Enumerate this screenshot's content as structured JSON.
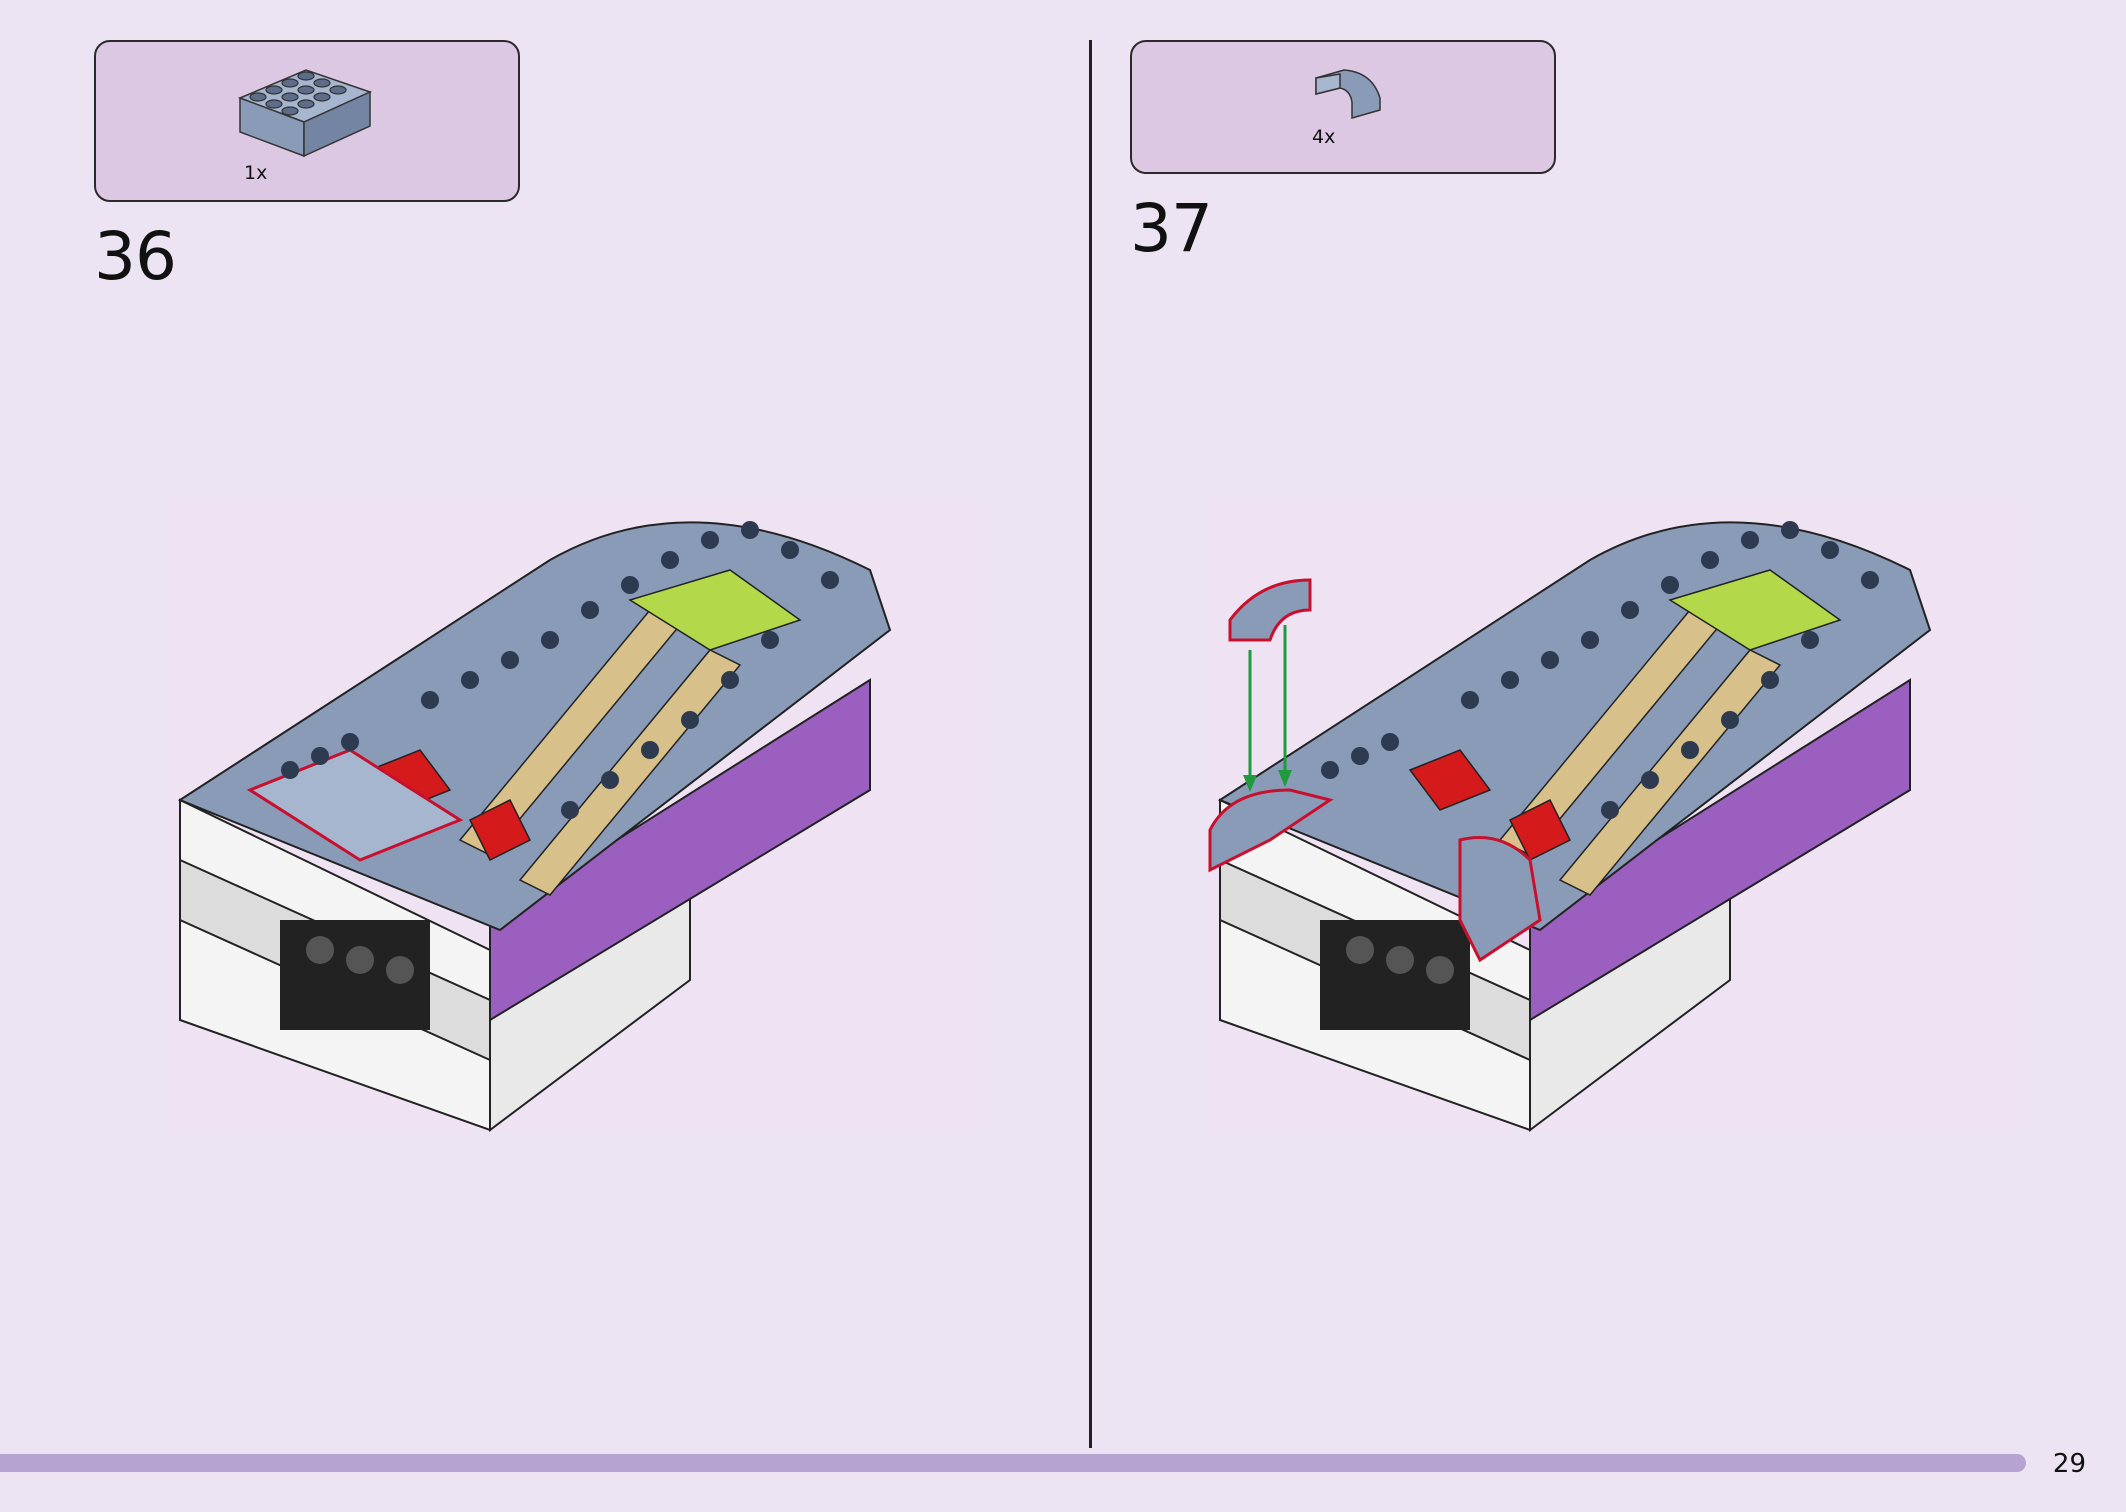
{
  "steps": [
    {
      "number": "36",
      "parts": [
        {
          "quantity": "1x",
          "part": "brick-2x4-sand-blue"
        }
      ]
    },
    {
      "number": "37",
      "parts": [
        {
          "quantity": "4x",
          "part": "curved-brick-sand-blue"
        }
      ]
    }
  ],
  "page": {
    "number": "29"
  },
  "colors": {
    "background": "#ece4f2",
    "callout": "#dcc8e2",
    "sand_blue": "#8a9bb8",
    "lavender": "#9b5fc0",
    "lime": "#b3d84a",
    "tan": "#d8c08a",
    "red": "#d41a1a",
    "progress": "#b7a3d1"
  }
}
